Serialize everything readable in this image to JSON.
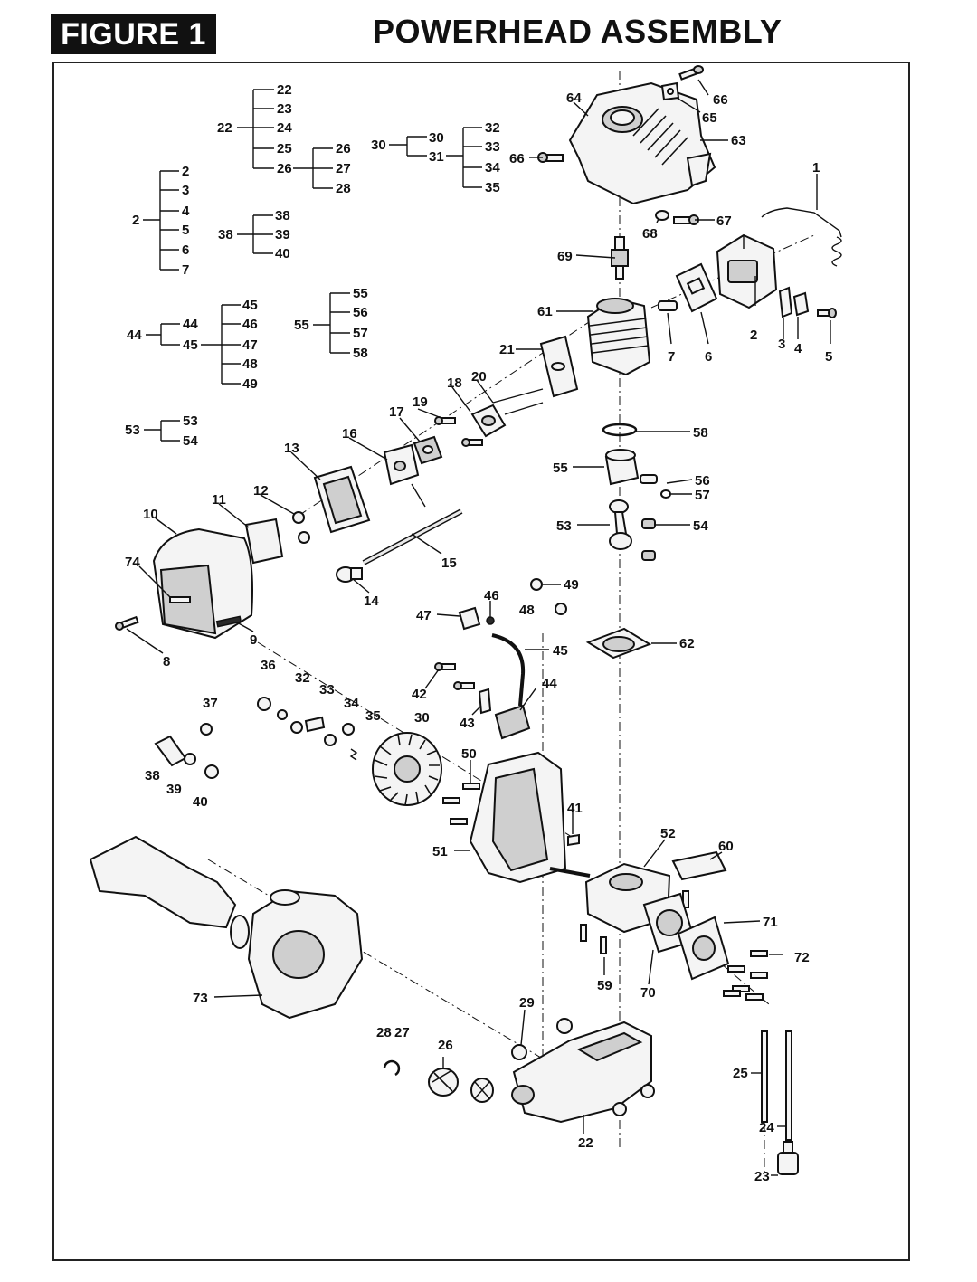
{
  "header": {
    "badge": "FIGURE 1",
    "title": "POWERHEAD ASSEMBLY"
  },
  "callouts": {
    "n1": "1",
    "n2": "2",
    "n3": "3",
    "n4": "4",
    "n5": "5",
    "n6": "6",
    "n7": "7",
    "n8": "8",
    "n9": "9",
    "n10": "10",
    "n11": "11",
    "n12": "12",
    "n13": "13",
    "n14": "14",
    "n15": "15",
    "n16": "16",
    "n17": "17",
    "n18": "18",
    "n19": "19",
    "n20": "20",
    "n21": "21",
    "n22": "22",
    "n23": "23",
    "n24": "24",
    "n25": "25",
    "n26": "26",
    "n27": "27",
    "n28": "28",
    "n29": "29",
    "n30": "30",
    "n32": "32",
    "n33": "33",
    "n34": "34",
    "n35": "35",
    "n36": "36",
    "n37": "37",
    "n38": "38",
    "n39": "39",
    "n40": "40",
    "n41": "41",
    "n42": "42",
    "n43": "43",
    "n44": "44",
    "n45": "45",
    "n46": "46",
    "n47": "47",
    "n48": "48",
    "n49": "49",
    "n50": "50",
    "n51": "51",
    "n52": "52",
    "n53": "53",
    "n54": "54",
    "n55": "55",
    "n56": "56",
    "n57": "57",
    "n58": "58",
    "n59": "59",
    "n60": "60",
    "n61": "61",
    "n62": "62",
    "n63": "63",
    "n64": "64",
    "n65": "65",
    "n66a": "66",
    "n66b": "66",
    "n67": "67",
    "n68": "68",
    "n69": "69",
    "n70": "70",
    "n71": "71",
    "n72": "72",
    "n73": "73",
    "n74": "74"
  },
  "kits": {
    "k22": {
      "parent": "22",
      "items": [
        "22",
        "23",
        "24",
        "25",
        "26"
      ],
      "sub": {
        "parent": "26",
        "items": [
          "26",
          "27",
          "28"
        ]
      }
    },
    "k30": {
      "parent": "30",
      "items": [
        "30",
        "31"
      ],
      "sub": {
        "parent": "31",
        "items": [
          "32",
          "33",
          "34",
          "35"
        ]
      }
    },
    "k2": {
      "parent": "2",
      "items": [
        "2",
        "3",
        "4",
        "5",
        "6",
        "7"
      ]
    },
    "k38": {
      "parent": "38",
      "items": [
        "38",
        "39",
        "40"
      ]
    },
    "k44": {
      "parent": "44",
      "items": [
        "44",
        "45"
      ],
      "sub": {
        "parent": "45",
        "items": [
          "45",
          "46",
          "47",
          "48",
          "49"
        ]
      }
    },
    "k55": {
      "parent": "55",
      "items": [
        "55",
        "56",
        "57",
        "58"
      ]
    },
    "k53": {
      "parent": "53",
      "items": [
        "53",
        "54"
      ]
    }
  }
}
